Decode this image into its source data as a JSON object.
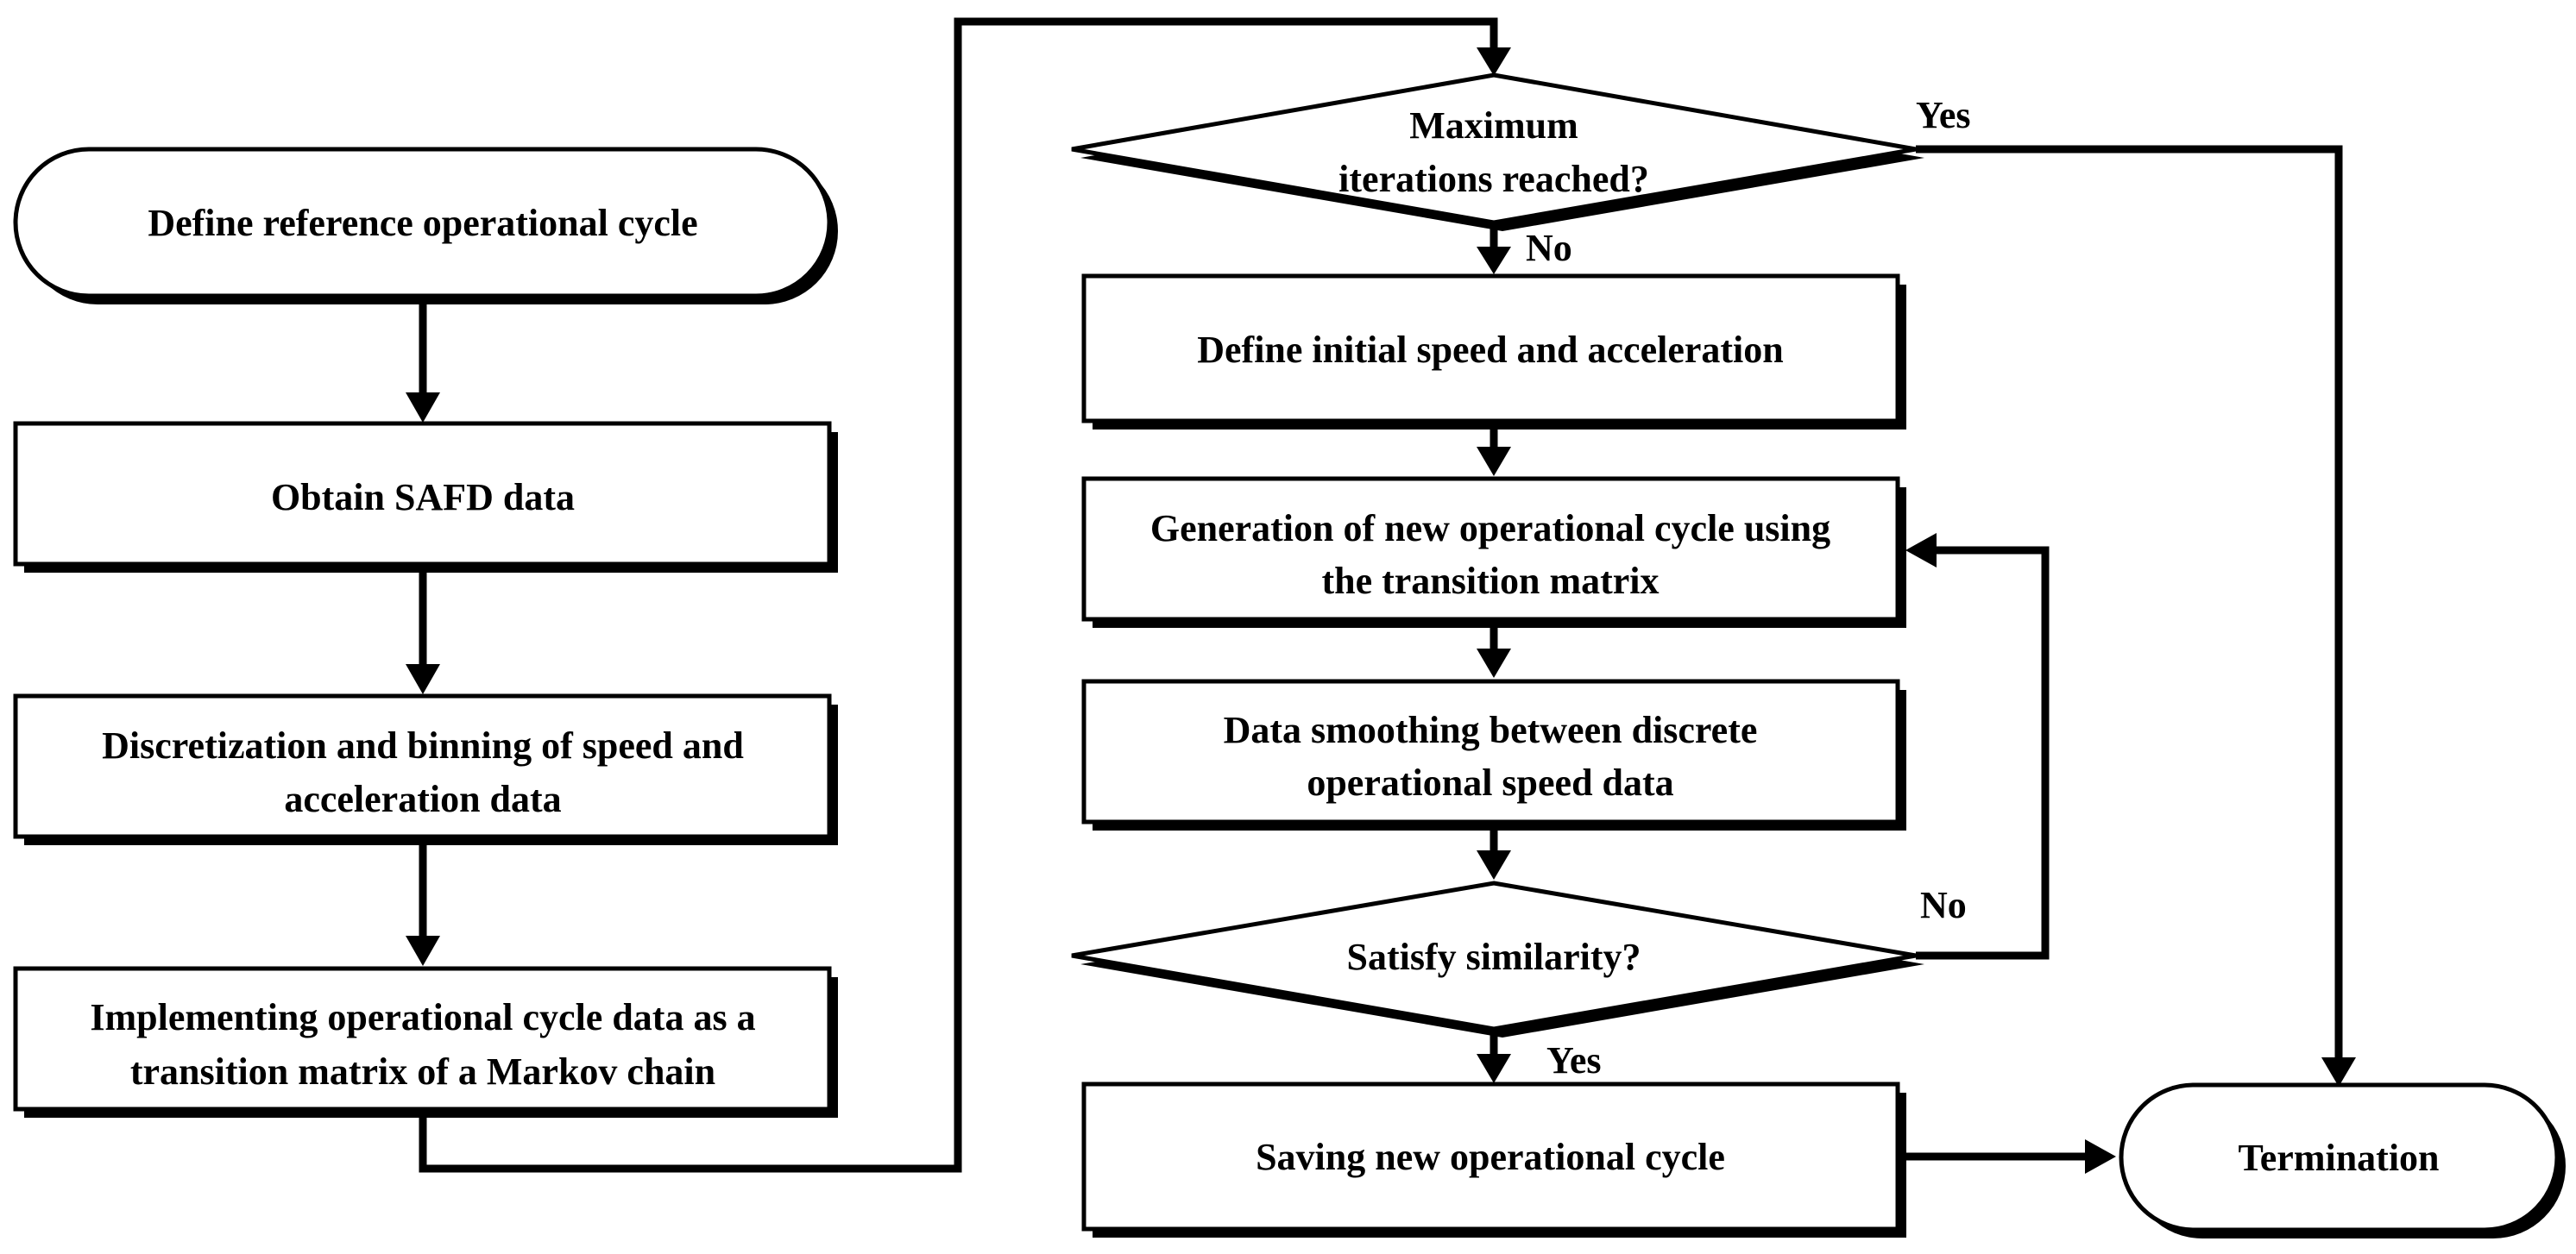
{
  "nodes": {
    "start": "Define reference operational cycle",
    "safd": "Obtain SAFD data",
    "discretize": [
      "Discretization and binning of speed and",
      "acceleration data"
    ],
    "markov": [
      "Implementing operational cycle data as a",
      "transition matrix of a Markov chain"
    ],
    "max_iter": [
      "Maximum",
      "iterations reached?"
    ],
    "init": "Define initial speed and acceleration",
    "generate": [
      "Generation of new operational cycle using",
      "the transition matrix"
    ],
    "smooth": [
      "Data smoothing between discrete",
      "operational speed data"
    ],
    "similarity": "Satisfy similarity?",
    "save": "Saving new operational cycle",
    "end": "Termination"
  },
  "edge_labels": {
    "max_iter_yes": "Yes",
    "max_iter_no": "No",
    "similarity_no": "No",
    "similarity_yes": "Yes"
  }
}
